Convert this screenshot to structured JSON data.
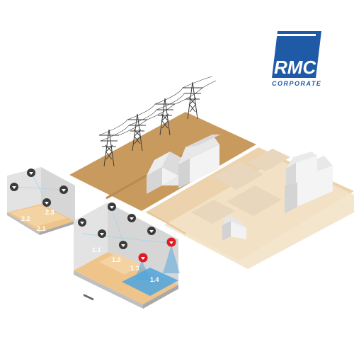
{
  "logo": {
    "brand": "RMC",
    "subtitle": "CORPORATE",
    "color": "#1f5aa6"
  },
  "colors": {
    "ground_dark": "#c99a5e",
    "ground_light": "#ecd2ad",
    "ground_pale": "#f3e2c8",
    "building": "#e6e6e6",
    "room_floor": "#efc48a",
    "room_wall": "#d9d9d9",
    "sensor_normal": "#3a3a3a",
    "sensor_alarm": "#e01b24",
    "water": "#4da6e0"
  },
  "zones": {
    "z11": "1.1",
    "z12": "1.2",
    "z13": "1.3",
    "z14": "1.4",
    "z21": "2.1",
    "z22": "2.2",
    "z23": "2.3"
  },
  "sensors": {
    "room2_count": 4,
    "room1_count": 8,
    "alarm_count": 2
  }
}
